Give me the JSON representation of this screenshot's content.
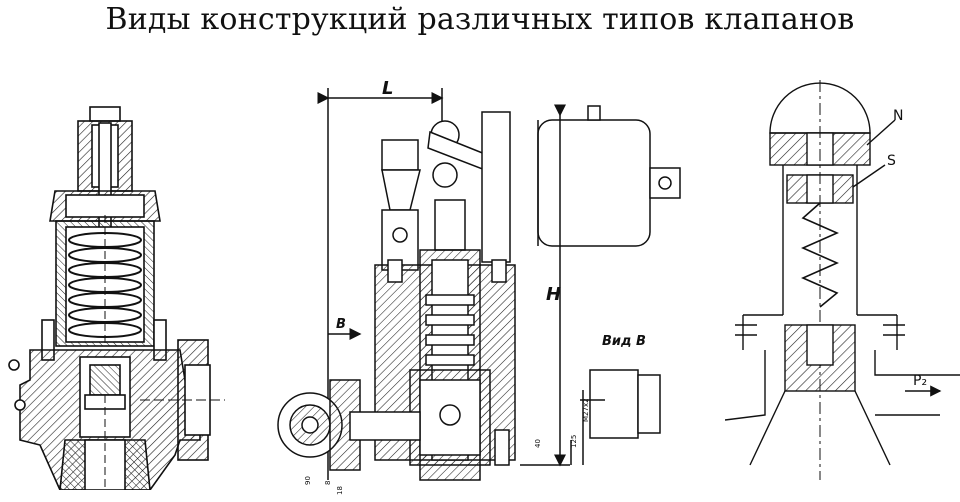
{
  "title": "Виды конструкций различных типов клапанов",
  "middle": {
    "dim_L": "L",
    "dim_H": "H",
    "arrow_B": "B",
    "view_label": "Вид В",
    "dim_labels": [
      "M27x2",
      "125",
      "40",
      "90",
      "18",
      "8"
    ]
  },
  "right": {
    "label_N": "N",
    "label_S": "S",
    "label_P2": "P₂"
  }
}
